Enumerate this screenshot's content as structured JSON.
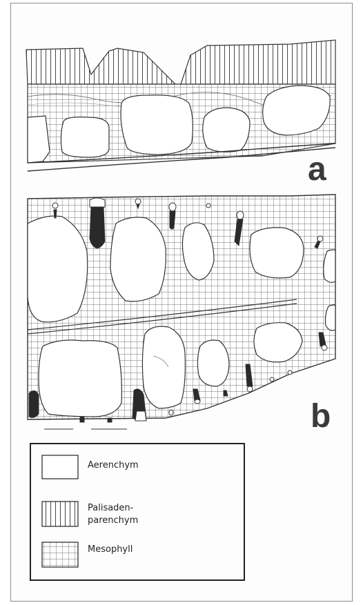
{
  "panels": {
    "a": "a",
    "b": "b"
  },
  "legend": {
    "items": [
      {
        "key": "aerenchym",
        "label": "Aerenchym",
        "pattern": "blank"
      },
      {
        "key": "palisaden",
        "label": "Palisaden-\nparenchym",
        "pattern": "vertical-lines"
      },
      {
        "key": "mesophyll",
        "label": "Mesophyll",
        "pattern": "grid"
      }
    ]
  },
  "colors": {
    "line": "#333333",
    "background": "#ffffff",
    "dark_fill": "#2a2a2a"
  }
}
